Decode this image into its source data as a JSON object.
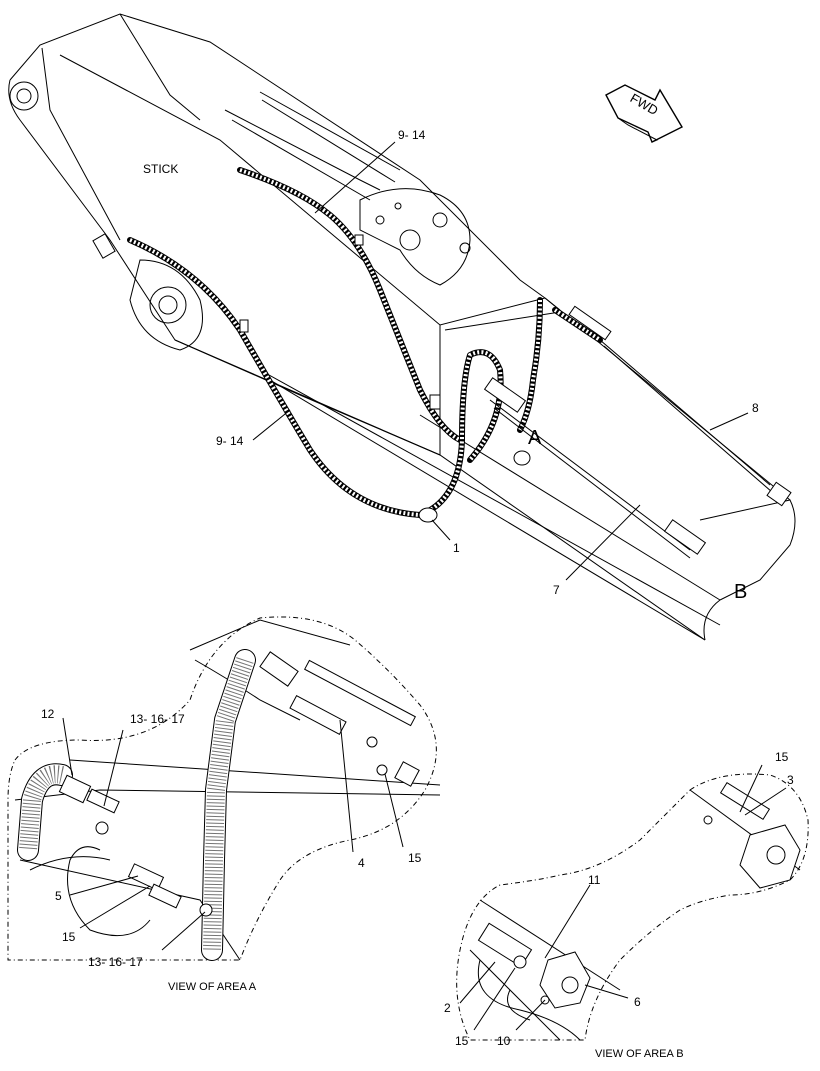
{
  "main_view": {
    "part_label": "STICK",
    "fwd_label": "FWD",
    "callouts": {
      "c_9_14_top": "9- 14",
      "c_9_14_left": "9- 14",
      "c_1": "1",
      "c_8": "8",
      "c_7": "7",
      "area_a": "A",
      "area_b": "B"
    }
  },
  "view_a": {
    "title": "VIEW OF AREA A",
    "callouts": {
      "c_12": "12",
      "c_13_16_17_top": "13- 16- 17",
      "c_5": "5",
      "c_15_left": "15",
      "c_13_16_17_bottom": "13- 16- 17",
      "c_4": "4",
      "c_15_right": "15"
    }
  },
  "view_b": {
    "title": "VIEW OF AREA B",
    "callouts": {
      "c_15_top": "15",
      "c_3": "3",
      "c_11": "11",
      "c_2": "2",
      "c_15_bottom": "15",
      "c_10": "10",
      "c_6": "6"
    }
  }
}
